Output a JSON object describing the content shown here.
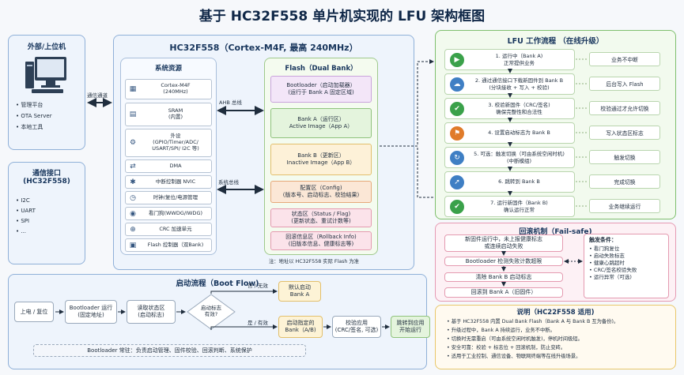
{
  "title": "基于 HC32F558 单片机实现的 LFU 架构框图",
  "host": {
    "title": "外部/上位机",
    "items": [
      "管理平台",
      "OTA Server",
      "本地工具"
    ]
  },
  "comm": {
    "title": "通信接口",
    "subtitle": "(HC32F558)",
    "items": [
      "I2C",
      "UART",
      "SPI",
      "..."
    ]
  },
  "link_label": "通信通道",
  "mcu": {
    "title": "HC32F558（Cortex-M4F, 最高 240MHz）",
    "sysres_title": "系统资源",
    "ahb_label": "AHB 总线",
    "sysbus_label": "系统总线"
  },
  "resources": [
    {
      "icon": "cpu-icon",
      "glyph": "▦",
      "label": "Cortex-M4F\n(240MHz)"
    },
    {
      "icon": "memory-icon",
      "glyph": "▤",
      "label": "SRAM\n(内置)"
    },
    {
      "icon": "peripheral-icon",
      "glyph": "⚙",
      "label": "外设\n(GPIO/Timer/ADC/\nUSART/SPI/ I2C 等)"
    },
    {
      "icon": "dma-icon",
      "glyph": "⇄",
      "label": "DMA"
    },
    {
      "icon": "interrupt-icon",
      "glyph": "✱",
      "label": "中断控制器 NVIC"
    },
    {
      "icon": "clock-icon",
      "glyph": "◷",
      "label": "时钟/复位/电源管理"
    },
    {
      "icon": "watchdog-icon",
      "glyph": "◉",
      "label": "看门狗(WWDG/IWDG)"
    },
    {
      "icon": "crc-icon",
      "glyph": "⊕",
      "label": "CRC 加速单元"
    },
    {
      "icon": "flash-controller-icon",
      "glyph": "▣",
      "label": "Flash 控制器（双Bank)"
    }
  ],
  "flash": {
    "title": "Flash（Dual Bank）",
    "blocks": [
      {
        "label": "Bootloader（启动加载器）\n(运行于 Bank A 固定区域)",
        "color": "#f3e6f8",
        "border": "#c9a3dc"
      },
      {
        "label": "Bank A（运行区）\nActive Image（App A）",
        "color": "#e4f4dd",
        "border": "#8fc27c"
      },
      {
        "label": "Bank B（更新区）\nInactive Image（App B）",
        "color": "#fdf1d8",
        "border": "#e2bf6c"
      },
      {
        "label": "配置区（Config)\n(版本号、启动标志、校验结果)",
        "color": "#fbe7d6",
        "border": "#e6a97a"
      },
      {
        "label": "状态区（Status / Flag)\n(更新状态、重试计数等)",
        "color": "#fbe3ea",
        "border": "#e49ab0"
      },
      {
        "label": "回滚信息区（Rollback Info)\n(旧版本信息、健康标志等)",
        "color": "#fbe3ea",
        "border": "#e49ab0"
      }
    ],
    "note": "注：地址以 HC32F558 实际 Flash 为准"
  },
  "lfu": {
    "title": "LFU 工作流程 （在线升级）",
    "steps": [
      {
        "icon": "play-icon",
        "glyph": "▶",
        "color": "#3aa14a",
        "label": "1. 运行中（Bank A)\n正常提供业务",
        "tag": "业务不中断"
      },
      {
        "icon": "cloud-download-icon",
        "glyph": "☁",
        "color": "#3f7fc4",
        "label": "2. 通过通信接口下载新固件到 Bank B\n(分块接收 + 写入 + 校验)",
        "tag": "后台写入 Flash"
      },
      {
        "icon": "shield-check-icon",
        "glyph": "✔",
        "color": "#3aa14a",
        "label": "3. 校验新固件（CRC/签名)\n确保完整性和合法性",
        "tag": "校验通过才允许切换"
      },
      {
        "icon": "flag-icon",
        "glyph": "⚑",
        "color": "#e07b2a",
        "label": "4. 设置启动标志为 Bank B",
        "tag": "写入状态区标志"
      },
      {
        "icon": "refresh-icon",
        "glyph": "↻",
        "color": "#3f7fc4",
        "label": "5. 可选：触发切换（可由系统空闲时机)\n(中断模组)",
        "tag": "触发切换"
      },
      {
        "icon": "rocket-icon",
        "glyph": "➚",
        "color": "#3f7fc4",
        "label": "6. 跳转到 Bank B",
        "tag": "完成切换"
      },
      {
        "icon": "check-circle-icon",
        "glyph": "✔",
        "color": "#3aa14a",
        "label": "7. 运行新固件（Bank B)\n确认运行正常",
        "tag": "业务继续运行"
      }
    ]
  },
  "rollback": {
    "title": "回滚机制（Fail-safe)",
    "boxes": [
      "新固件运行中，未上报健康标志\n或连续启动失败",
      "Bootloader 检测失败计数超限",
      "清除 Bank B 启动标志",
      "回滚到 Bank A（旧固件）"
    ],
    "cond_title": "触发条件：",
    "conds": [
      "看门狗复位",
      "启动失败标志",
      "健康心跳超时",
      "CRC/签名校验失败",
      "运行异常（可选)"
    ]
  },
  "notes": {
    "title": "说明（HC22F558 适用)",
    "items": [
      "基于 HC32F558 内置 Dual Bank Flash（Bank A 与 Bank B 互为备份)。",
      "升级过程中，Bank A 持续运行，业务不中断。",
      "切换时无需重启（可由系统空闲时机触发)，停机时间极短。",
      "安全可靠：校验 + 标志位 + 回滚机制，防止变砖。",
      "适用于工业控制、通信设备、物联网终端等在线升级场景。"
    ]
  },
  "boot": {
    "title": "启动流程（Boot Flow)",
    "power": "上电 / 复位",
    "bl_run": "Bootloader 运行\n(固定地址)",
    "read_state": "读取状态区\n(启动标志)",
    "decision": "启动标志\n有效?",
    "no_label": "否 / 无效",
    "yes_label": "是 / 有效",
    "default": "默认启动\nBank A",
    "start_sel": "启动指定的\nBank（A/B)",
    "verify": "校验应用\n(CRC/签名, 可选)",
    "jump": "跳转到应用\n开始运行",
    "footer": "Bootloader 常驻：负责启动管理、固件校验、回滚判断、系统保护"
  }
}
